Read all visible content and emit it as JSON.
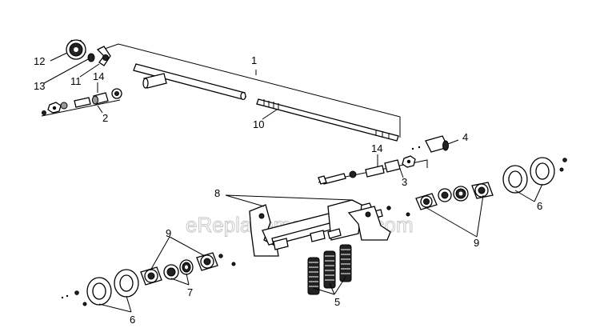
{
  "diagram": {
    "watermark": "eReplacementParts.com",
    "callouts": {
      "c1": "1",
      "c2": "2",
      "c3": "3",
      "c4": "4",
      "c5": "5",
      "c6a": "6",
      "c6b": "6",
      "c7": "7",
      "c8": "8",
      "c9a": "9",
      "c9b": "9",
      "c10": "10",
      "c11": "11",
      "c12": "12",
      "c13": "13",
      "c14a": "14",
      "c14b": "14"
    }
  }
}
